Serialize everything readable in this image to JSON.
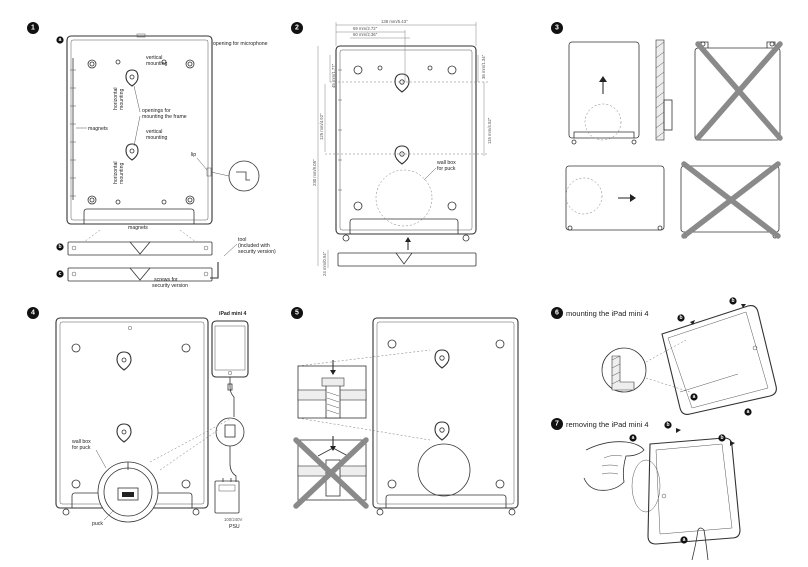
{
  "steps": [
    "1",
    "2",
    "3",
    "4",
    "5",
    "6",
    "7"
  ],
  "step6_title": "mounting the iPad mini 4",
  "step7_title": "removing the iPad mini 4",
  "letters": {
    "a": "a",
    "b": "b",
    "c": "c"
  },
  "panel1": {
    "opening_for_microphone": "opening for microphone",
    "vertical_mounting": [
      "vertical",
      "mounting"
    ],
    "horizontal_mounting": [
      "horizontal",
      "mounting"
    ],
    "openings_for_mounting": [
      "openings for",
      "mounting the frame"
    ],
    "magnets_side": "magnets",
    "lip": "lip",
    "magnets_bottom": "magnets",
    "tool": "tool",
    "tool_note": [
      "(included with",
      "security version)"
    ],
    "screws": [
      "screws for",
      "security version"
    ]
  },
  "panel2": {
    "dims": {
      "width_total": "138 mm/5.43\"",
      "width_69": "69 mm/2.72\"",
      "width_60": "60 mm/2.36\"",
      "height_45": "45 mm/1.77\"",
      "height_36": "36 mm/1.34\"",
      "height_125": "125 mm/4.92\"",
      "height_115": "115 mm/4.52\"",
      "height_230": "230 mm/9.05\"",
      "height_24": "24 mm/0.94\""
    },
    "wall_box": [
      "wall box",
      "for puck"
    ]
  },
  "panel4": {
    "ipad_label": "iPad mini 4",
    "wall_box": [
      "wall box",
      "for puck"
    ],
    "puck": "puck",
    "psu": [
      "100/240V",
      "PSU"
    ]
  }
}
